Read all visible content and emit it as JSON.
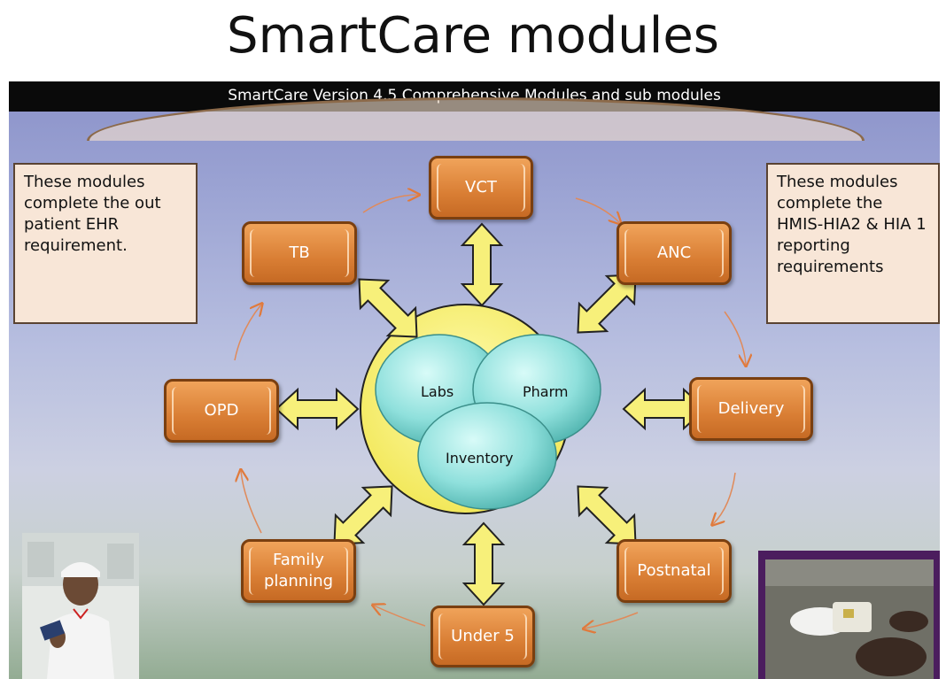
{
  "title": "SmartCare modules",
  "banner": "SmartCare Version 4.5 Comprehensive  Modules and sub modules",
  "notes": {
    "left": "These modules complete the out patient EHR requirement.",
    "right": "These modules complete the HMIS-HIA2 & HIA 1 reporting requirements"
  },
  "modules": {
    "vct": "VCT",
    "anc": "ANC",
    "delivery": "Delivery",
    "postnatal": "Postnatal",
    "under5": "Under 5",
    "family": "Family planning",
    "opd": "OPD",
    "tb": "TB"
  },
  "core": {
    "labs": "Labs",
    "pharm": "Pharm",
    "inventory": "Inventory"
  },
  "colors": {
    "module_orange": "#e08a3c",
    "core_yellow": "#f7f07a",
    "bubble_cyan": "#8fe0dc"
  }
}
